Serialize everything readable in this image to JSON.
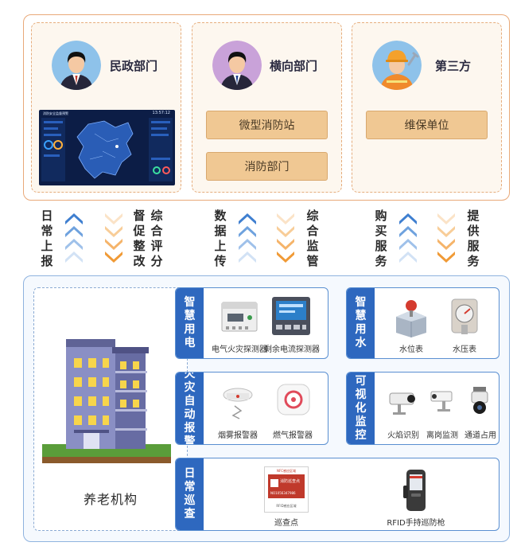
{
  "parties": [
    {
      "title": "民政部门",
      "units": []
    },
    {
      "title": "横向部门",
      "units": [
        "微型消防站",
        "消防部门"
      ]
    },
    {
      "title": "第三方",
      "units": [
        "维保单位"
      ]
    }
  ],
  "dashboard": {
    "title": "消防安全监督预警",
    "time": "13:57:12"
  },
  "flows": [
    {
      "up": "日常上报",
      "down": "督促整改",
      "down2": "综合评分"
    },
    {
      "up": "数据上传",
      "down": "综合监管"
    },
    {
      "up": "购买服务",
      "down": "提供服务"
    }
  ],
  "institution": {
    "label": "养老机构"
  },
  "systems": {
    "electric": {
      "tag": "智慧用电",
      "devices": [
        "电气火灾探测器",
        "剩余电流探测器"
      ]
    },
    "water": {
      "tag": "智慧用水",
      "devices": [
        "水位表",
        "水压表"
      ]
    },
    "fire_alarm": {
      "tag": "火灾自动报警",
      "devices": [
        "烟雾报警器",
        "燃气报警器"
      ]
    },
    "video": {
      "tag": "可视化监控",
      "devices": [
        "火焰识别",
        "离岗监测",
        "通道占用"
      ]
    },
    "patrol": {
      "tag": "日常巡查",
      "devices": [
        "巡查点",
        "RFID手持巡防枪"
      ]
    }
  },
  "patrol_card": {
    "header": "NFC感应区域",
    "title": "消防巡查点",
    "code": "NO1056347986",
    "footer": "RFID感应区域"
  },
  "colors": {
    "orange_border": "#e9a979",
    "unit_fill": "#f0c893",
    "blue_tag": "#2e68bf",
    "blue_border": "#5a8fd1"
  }
}
